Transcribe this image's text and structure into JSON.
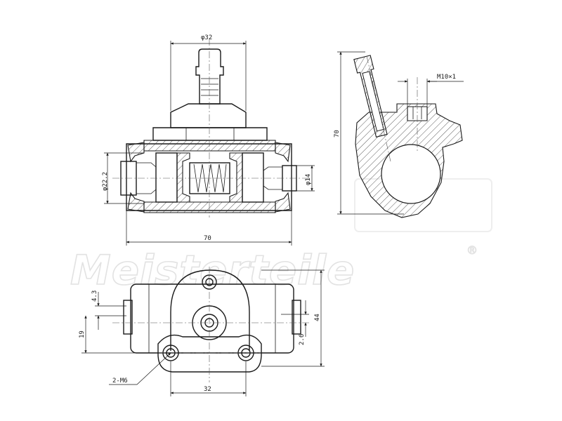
{
  "watermark": {
    "text": "Meisterteile",
    "mark": "®"
  },
  "dimensions": {
    "top_bore": "φ32",
    "left_bore": "φ22.2",
    "right_bore": "φ14",
    "overall_width": "70",
    "side_height": "70",
    "thread": "M10×1",
    "offset_top": "4.3",
    "offset_left": "19",
    "offset_right": "2.6",
    "bottom_height": "44",
    "bolt_spacing": "32",
    "bolt_callout": "2-M6"
  }
}
